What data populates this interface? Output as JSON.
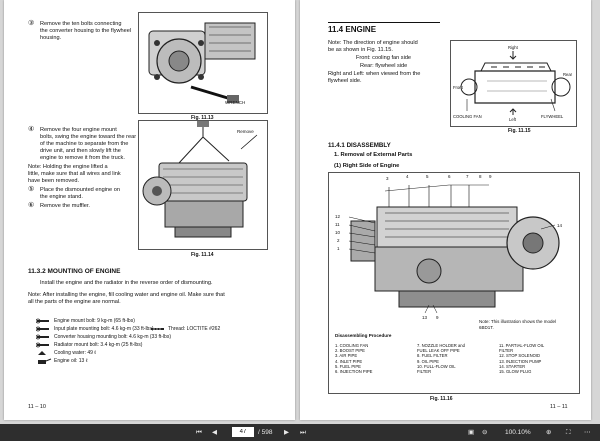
{
  "left_page": {
    "step3": "Remove the ten bolts connecting\nthe converter housing to the flywheel\nhousing.",
    "step3_num": "③",
    "fig13_label_wrench": "WRENCH",
    "fig13_caption": "Fig. 11.13",
    "fig14_label_remove": "Remove",
    "fig14_caption": "Fig. 11.14",
    "step4_num": "④",
    "step4": "Remove the four engine mount\nbolts, swing the engine toward the rear\nof the machine to separate from the\ndrive unit, and then slowly lift the\nengine to remove it from the truck.",
    "note1": "Note:  Holding the engine lifted a\nlittle, make sure that all wires and link\nhave been removed.",
    "step5_num": "⑤",
    "step5": "Place the dismounted engine on\nthe engine stand.",
    "step6_num": "⑥",
    "step6": "Remove the muffler.",
    "section_heading": "11.3.2  MOUNTING OF ENGINE",
    "mount_text": "Install the engine and the radiator in the reverse order of dismounting.",
    "note2": "Note:  After installing the engine, fill cooling water and engine oil.  Make sure that\nall the parts of the engine are normal.",
    "torque": [
      "Engine mount bolt:  9 kg-m  (65 ft-lbs)",
      "Input plate mounting bolt:  4.6 kg-m  (33 ft-lbs)",
      "Converter housing mounting bolt:  4.6 kg-m  (33 ft-lbs)",
      "Radiator mount bolt:  3.4 kg-m  (25 ft-lbs)",
      "Cooling water:  49 ℓ",
      "Engine oil:  13 ℓ"
    ],
    "thread": "Thread:  LOCTITE #262",
    "page_number": "11 – 10"
  },
  "right_page": {
    "section_heading": "11.4  ENGINE",
    "note_intro": "Note:   The direction of engine should\nbe as shown in Fig. 11.15.",
    "front_def": "Front:  cooling fan side",
    "rear_def": "Rear:  flywheel side",
    "rl_def": "Right and Left:  when viewed from the\nflywheel side.",
    "fig15_labels": {
      "right": "Right",
      "front": "Front",
      "rear": "Rear",
      "left": "Left",
      "cooling_fan": "COOLING FAN",
      "flywheel": "FLYWHEEL"
    },
    "fig15_caption": "Fig. 11.15",
    "disassembly_heading": "11.4.1  DISASSEMBLY",
    "sub1": "1.  Removal of External Parts",
    "sub2": "(1)  Right Side of Engine",
    "callouts_top": [
      "3",
      "4",
      "5",
      "6",
      "7",
      "8",
      "9"
    ],
    "callouts_left": [
      "12",
      "11",
      "10",
      "2",
      "1"
    ],
    "callout_right": "14",
    "callouts_bottom": [
      "13",
      "9"
    ],
    "fig16_note": "Note:  This illustration shows the model\n6BD1T.",
    "proc_title": "Disassembling Procedure",
    "procedure_col1": "1.   COOLING FAN\n2.   BOOST PIPE\n3.   AIR PIPE\n4.   INLET PIPE\n5.   FUEL PIPE\n6.   INJECTION PIPE",
    "procedure_col2": "7.   NOZZLE HOLDER and\n      FUEL LEAK OFF PIPE\n8.   FUEL FILTER\n9.   OIL PIPE\n10.  FULL-FLOW OIL\n      FILTER",
    "procedure_col3": "11.  PARTIAL-FLOW OIL\n       FILTER\n12.  STOP SOLENOID\n13.  INJECTION PUMP\n14.  STARTER\n15.  GLOW PLUG",
    "fig16_caption": "Fig. 11.16",
    "page_number": "11 – 11"
  },
  "toolbar": {
    "current_page": "47",
    "total_pages": "/ 598",
    "zoom": "100.10%"
  }
}
